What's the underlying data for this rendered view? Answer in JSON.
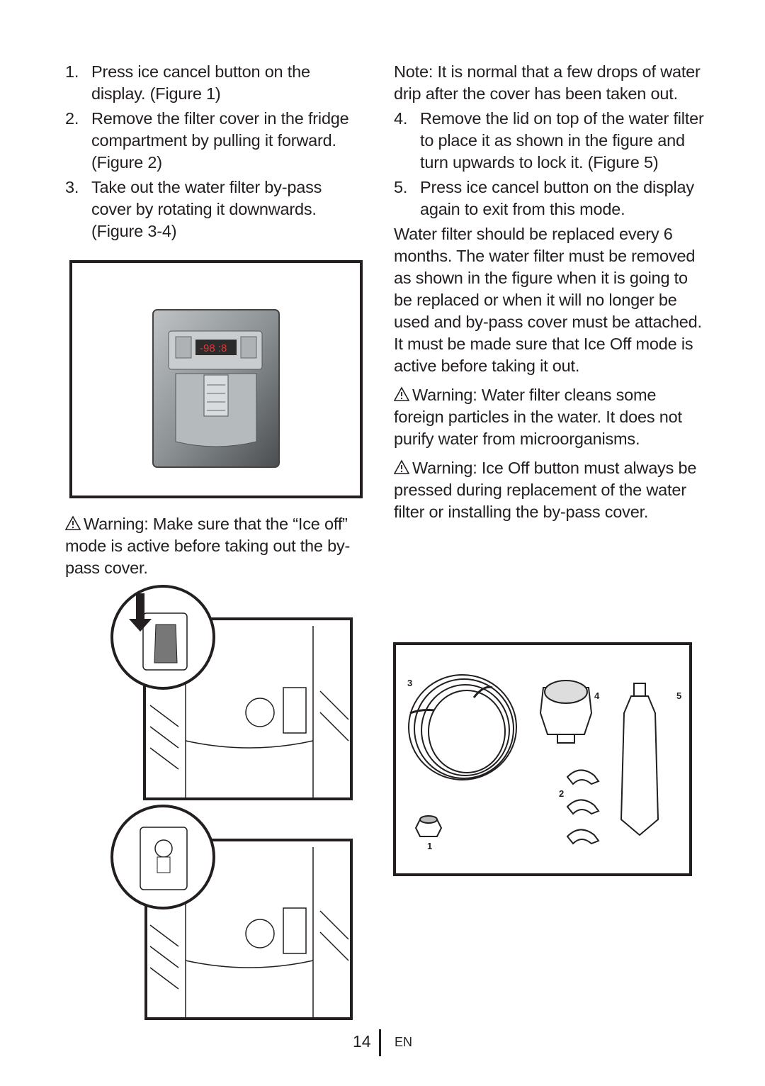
{
  "left_column": {
    "steps": [
      {
        "num": "1.",
        "text": "Press ice cancel button on the display. (Figure 1)"
      },
      {
        "num": "2.",
        "text": "Remove the filter cover in the fridge compartment by pulling it forward. (Figure 2)"
      },
      {
        "num": "3.",
        "text": "Take out the water filter by-pass cover by rotating it downwards. (Figure 3-4)"
      }
    ],
    "warning": "Warning: Make sure that the “Ice off” mode is active before taking out the by-pass cover."
  },
  "right_column": {
    "note": "Note: It is normal that a few drops of water drip after the cover has been taken out.",
    "steps": [
      {
        "num": "4.",
        "text": "Remove the lid on top of the water filter to place it as shown in the figure and turn upwards to lock it. (Figure 5)"
      },
      {
        "num": "5.",
        "text": "Press ice cancel button on the display again to exit from this mode."
      }
    ],
    "paragraph": "Water filter should be replaced every 6 months. The water filter must be removed as shown in the figure when it is going to be replaced or when it will no longer be used and by-pass cover must be attached. It must be made sure that Ice Off mode is active before taking it out.",
    "warning_1": "Warning: Water filter cleans some foreign particles in the water. It does not purify water from microorganisms.",
    "warning_2": "Warning: Ice Off button must always be pressed during replacement of the water filter or installing the by-pass cover."
  },
  "parts_figure": {
    "labels": [
      "3",
      "4",
      "5",
      "2",
      "1"
    ]
  },
  "footer": {
    "page_number": "14",
    "language": "EN"
  }
}
